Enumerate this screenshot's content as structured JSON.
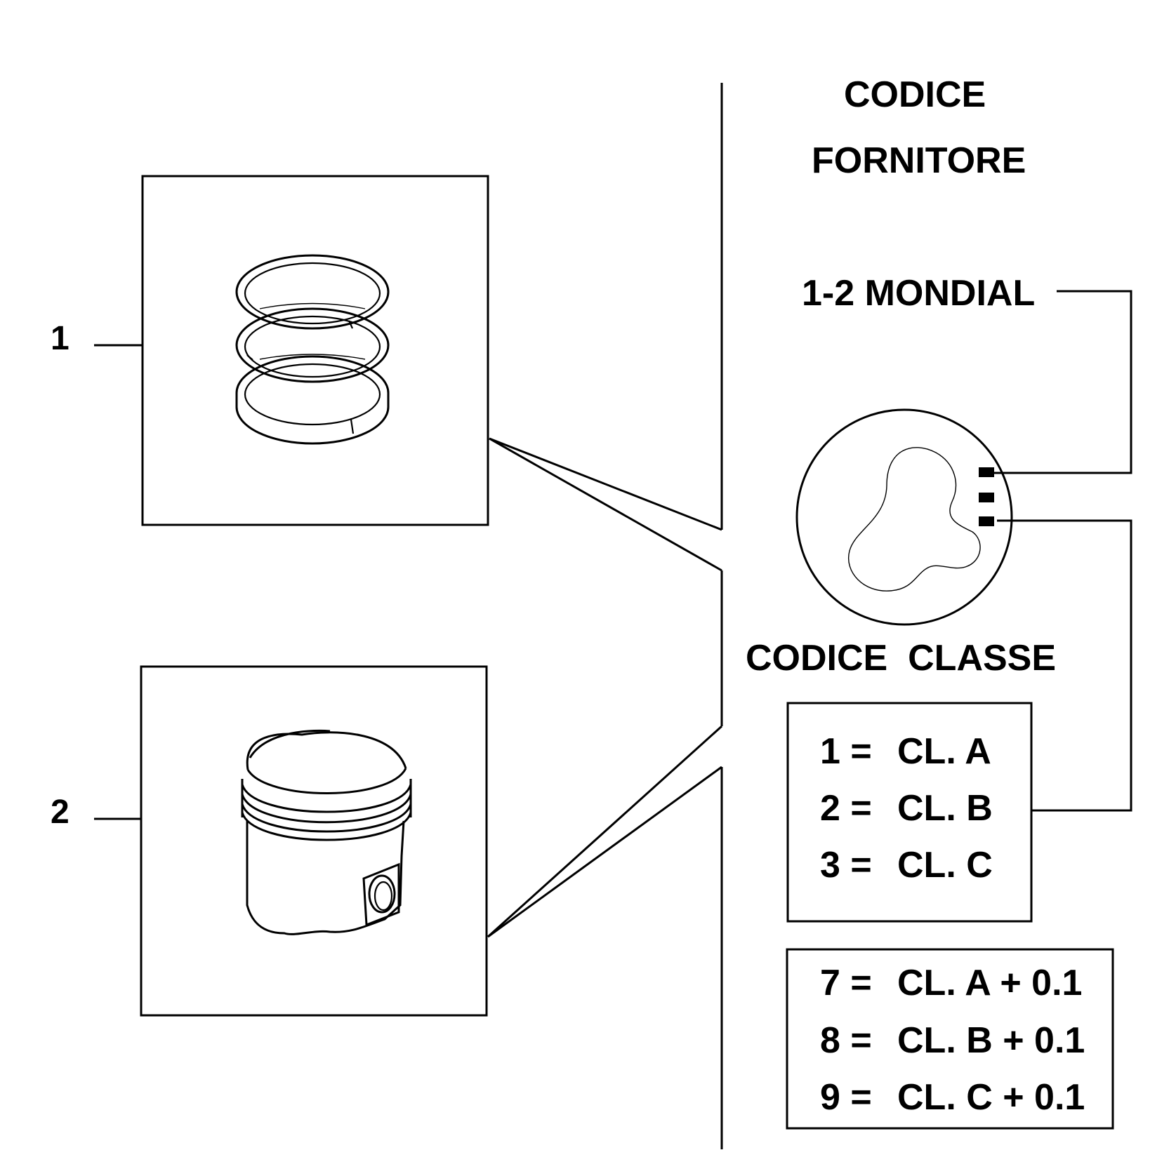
{
  "items": [
    {
      "number": "1",
      "part": "piston-rings"
    },
    {
      "number": "2",
      "part": "piston"
    }
  ],
  "supplier_code": {
    "heading_line1": "CODICE",
    "heading_line2": "FORNITORE",
    "value": "1-2 MONDIAL"
  },
  "class_code": {
    "heading": "CODICE  CLASSE",
    "standard": [
      {
        "code": "1 =",
        "class": "CL. A"
      },
      {
        "code": "2 =",
        "class": "CL. B"
      },
      {
        "code": "3 =",
        "class": "CL. C"
      }
    ],
    "oversize": [
      {
        "code": "7 =",
        "class": "CL. A + 0.1"
      },
      {
        "code": "8 =",
        "class": "CL. B + 0.1"
      },
      {
        "code": "9 =",
        "class": "CL. C + 0.1"
      }
    ]
  },
  "icons": [
    "piston-rings-icon",
    "piston-icon",
    "piston-crown-marking-icon"
  ]
}
